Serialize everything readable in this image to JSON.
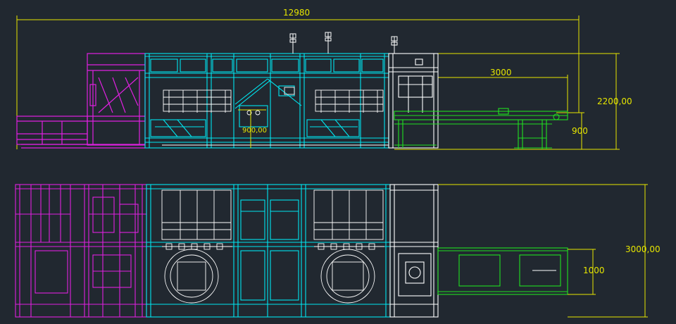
{
  "drawing": {
    "top_view_dimensions": {
      "overall_length": "12980",
      "conveyor_length": "3000",
      "overall_height": "2200,00",
      "conveyor_height": "900",
      "module_height": "900,00"
    },
    "plan_view_dimensions": {
      "overall_depth": "3000,00",
      "conveyor_width": "1000"
    },
    "colors": {
      "background": "#212830",
      "loader_module": "#e020e0",
      "main_modules": "#00e6f0",
      "frame_detail": "#ffffff",
      "conveyor": "#20e020",
      "dimension": "#e6e600"
    }
  }
}
